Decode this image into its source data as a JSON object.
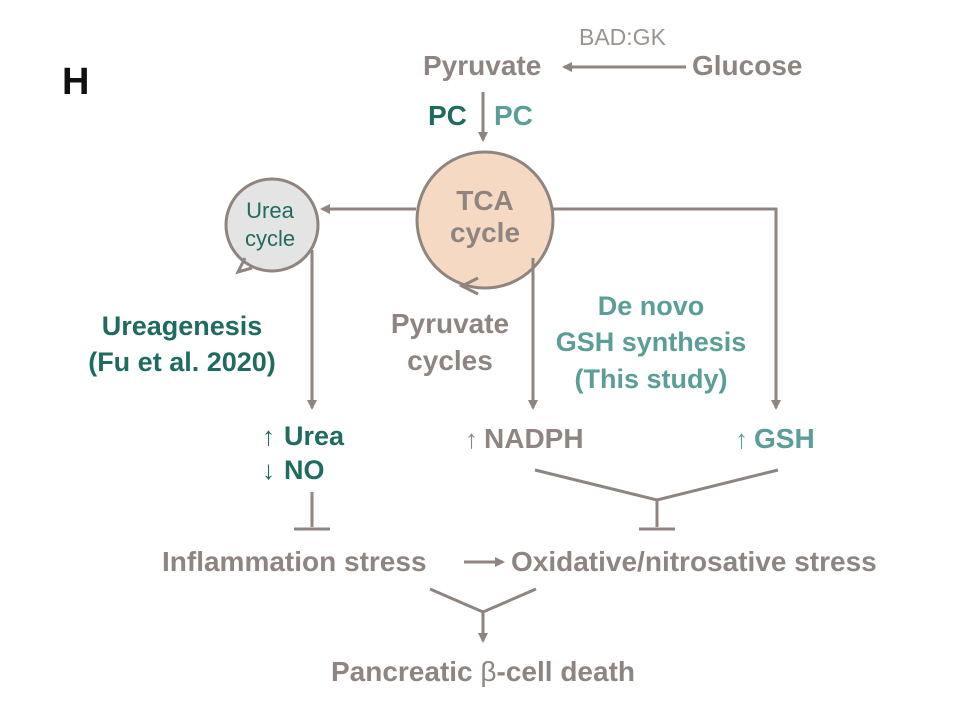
{
  "panel_letter": "H",
  "top_pathway": {
    "enzyme_label": "BAD:GK",
    "glucose": "Glucose",
    "pyruvate": "Pyruvate",
    "pc_left": "PC",
    "pc_right": "PC"
  },
  "tca": {
    "line1": "TCA",
    "line2": "cycle"
  },
  "urea_cycle": {
    "line1": "Urea",
    "line2": "cycle"
  },
  "ureagenesis": {
    "line1": "Ureagenesis",
    "line2": "(Fu et al. 2020)"
  },
  "pyruvate_cycles": {
    "line1": "Pyruvate",
    "line2": "cycles"
  },
  "gsh_synthesis": {
    "line1": "De novo",
    "line2": "GSH synthesis",
    "line3": "(This study)"
  },
  "outputs": {
    "urea_arrow": "↑",
    "urea": "Urea",
    "no_arrow": "↓",
    "no": "NO",
    "nadph_arrow": "↑",
    "nadph": "NADPH",
    "gsh_arrow": "↑",
    "gsh": "GSH"
  },
  "stress": {
    "inflammation": "Inflammation stress",
    "oxidative": "Oxidative/nitrosative stress"
  },
  "outcome": {
    "prefix": "Pancreatic ",
    "beta": "β",
    "suffix": "-cell death"
  },
  "colors": {
    "gray": "#8f8580",
    "dark_teal": "#1f6b60",
    "light_teal": "#5a9e97",
    "tca_fill": "#f6d9c2",
    "urea_fill": "#e4e4e4",
    "black": "#111111",
    "light_gray_text": "#9b938e"
  }
}
